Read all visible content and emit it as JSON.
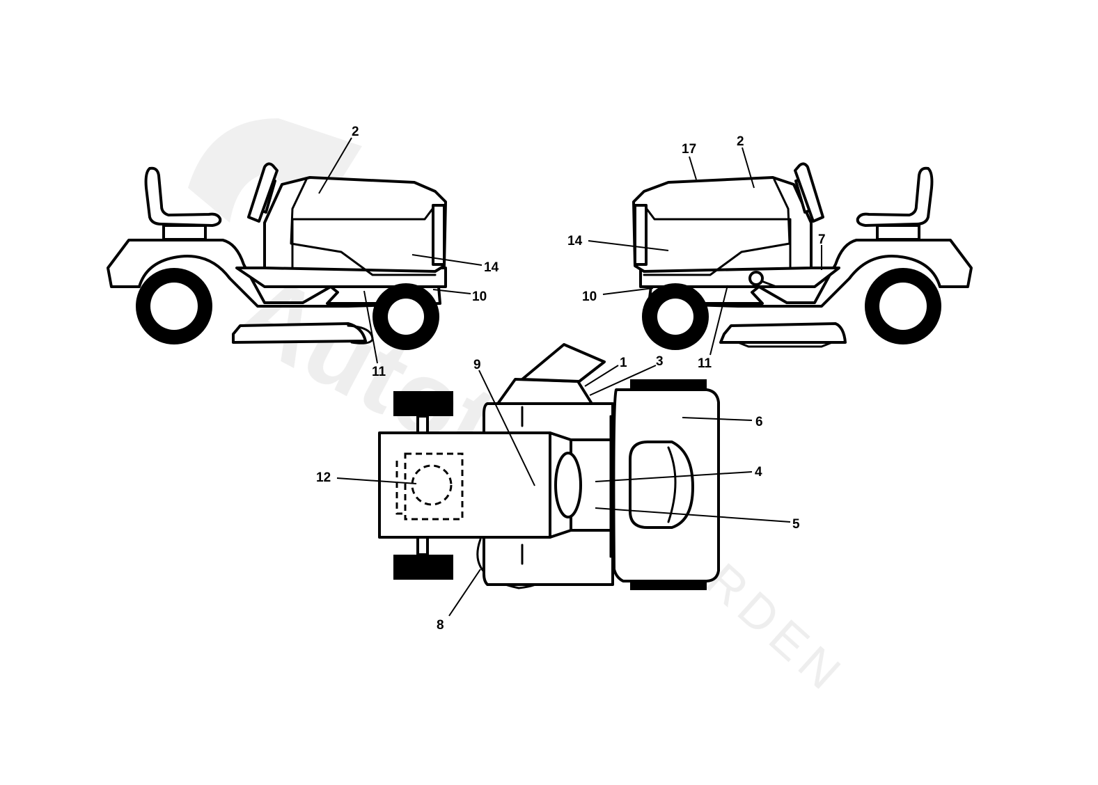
{
  "watermark": {
    "brand": "Autotek",
    "sub": "GARDEN"
  },
  "callouts": {
    "left_view": {
      "c2": "2",
      "c14": "14",
      "c10": "10",
      "c11": "11"
    },
    "right_view": {
      "c17": "17",
      "c2": "2",
      "c14": "14",
      "c7": "7",
      "c10": "10",
      "c11": "11"
    },
    "top_view": {
      "c1": "1",
      "c3": "3",
      "c9": "9",
      "c6": "6",
      "c12": "12",
      "c4": "4",
      "c5": "5",
      "c8": "8"
    }
  }
}
